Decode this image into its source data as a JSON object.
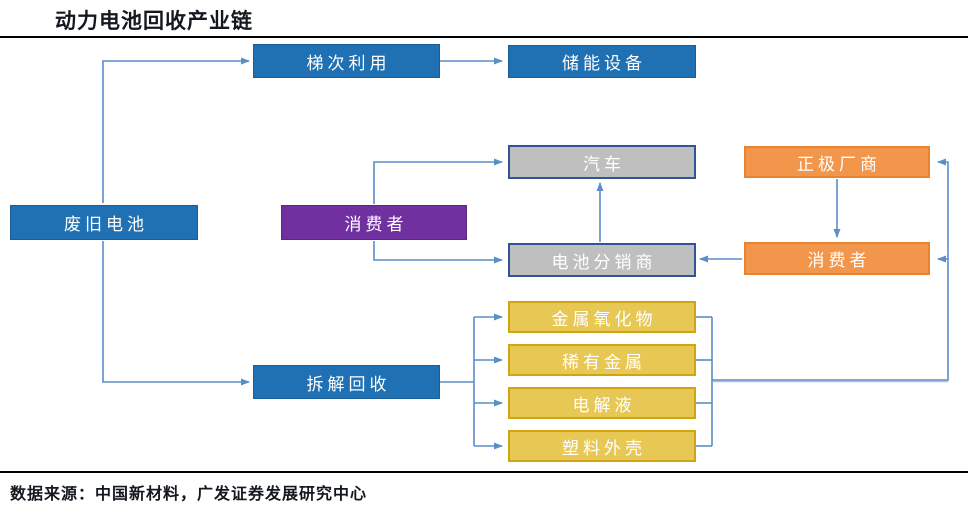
{
  "title": "动力电池回收产业链",
  "footer": "数据来源：中国新材料，广发证券发展研究中心",
  "colors": {
    "node_blue": "#2071B3",
    "node_purple": "#7030A0",
    "node_orange_fill": "#F2964B",
    "node_orange_border": "#E8832F",
    "node_gray_fill": "#BFBFBF",
    "node_gray_border": "#2F5597",
    "node_yellow_fill": "#E8C855",
    "node_yellow_border": "#D2A40F",
    "connector": "#5B8DC8",
    "text_on_node": "#FFFFFF",
    "title_text": "#14181F"
  },
  "nodes": {
    "waste_battery": "废旧电池",
    "echelon_use": "梯次利用",
    "energy_storage": "储能设备",
    "consumer_left": "消费者",
    "automobile": "汽车",
    "battery_distributor": "电池分销商",
    "cathode_manufacturer": "正极厂商",
    "consumer_right": "消费者",
    "dismantle_recycle": "拆解回收",
    "metal_oxide": "金属氧化物",
    "rare_metal": "稀有金属",
    "electrolyte": "电解液",
    "plastic_shell": "塑料外壳"
  },
  "edges": [
    {
      "from": "废旧电池",
      "to": "梯次利用"
    },
    {
      "from": "梯次利用",
      "to": "储能设备"
    },
    {
      "from": "废旧电池",
      "to": "拆解回收"
    },
    {
      "from": "消费者(左)",
      "to": "汽车"
    },
    {
      "from": "消费者(左)",
      "to": "电池分销商"
    },
    {
      "from": "电池分销商",
      "to": "汽车"
    },
    {
      "from": "正极厂商",
      "to": "消费者(右)"
    },
    {
      "from": "消费者(右)",
      "to": "电池分销商"
    },
    {
      "from": "拆解回收",
      "to": "金属氧化物"
    },
    {
      "from": "拆解回收",
      "to": "稀有金属"
    },
    {
      "from": "拆解回收",
      "to": "电解液"
    },
    {
      "from": "拆解回收",
      "to": "塑料外壳"
    },
    {
      "from": "金属氧化物/稀有金属/电解液/塑料外壳",
      "to": "正极厂商"
    },
    {
      "from": "金属氧化物/稀有金属/电解液/塑料外壳",
      "to": "消费者(右)"
    }
  ]
}
